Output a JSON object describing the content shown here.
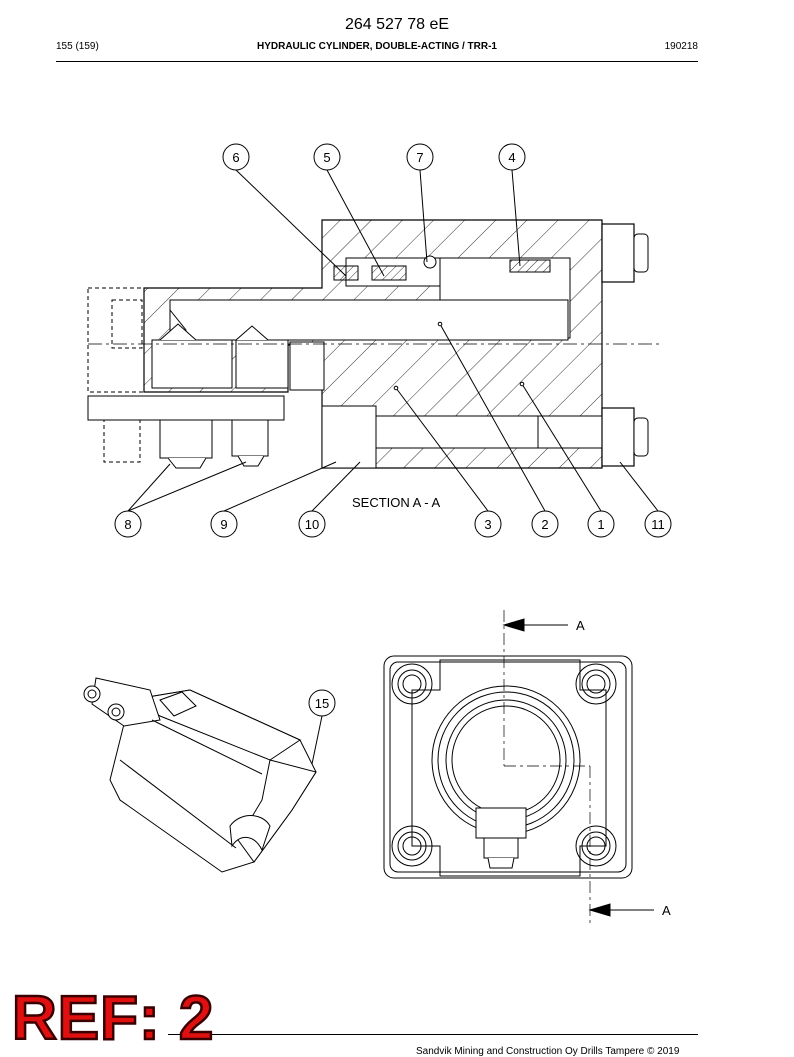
{
  "header": {
    "document_number": "264 527 78 eE",
    "page": "155 (159)",
    "title": "HYDRAULIC CYLINDER, DOUBLE-ACTING / TRR-1",
    "date_code": "190218"
  },
  "drawing": {
    "section_label": "SECTION  A - A",
    "section_marker": "A",
    "callouts": [
      "6",
      "5",
      "7",
      "4",
      "8",
      "9",
      "10",
      "3",
      "2",
      "1",
      "11",
      "15"
    ]
  },
  "stamp": "REF: 2",
  "footer": "Sandvik Mining and Construction Oy Drills Tampere © 2019"
}
